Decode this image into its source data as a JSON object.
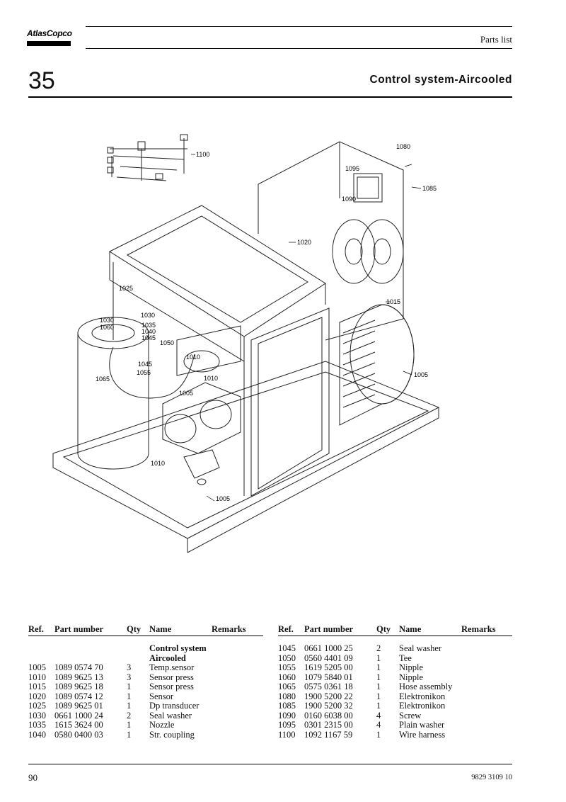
{
  "header": {
    "logo_text": "AtlasCopco",
    "doc_type": "Parts list",
    "section_number": "35",
    "section_title": "Control system-Aircooled"
  },
  "drawing": {
    "callouts": [
      "1100",
      "1080",
      "1095",
      "1085",
      "1090",
      "1020",
      "1025",
      "1015",
      "1030",
      "1035",
      "1030",
      "1060",
      "1040",
      "1045",
      "1050",
      "1010",
      "1045",
      "1055",
      "1010",
      "1065",
      "1005",
      "1005",
      "1010",
      "1005"
    ]
  },
  "table": {
    "headers": {
      "ref": "Ref.",
      "part": "Part number",
      "qty": "Qty",
      "name": "Name",
      "remarks": "Remarks"
    },
    "left_title": [
      "Control system",
      "Aircooled"
    ],
    "left_rows": [
      {
        "ref": "1005",
        "part": "1089 0574 70",
        "qty": "3",
        "name": "Temp.sensor"
      },
      {
        "ref": "1010",
        "part": "1089 9625 13",
        "qty": "3",
        "name": "Sensor press"
      },
      {
        "ref": "1015",
        "part": "1089 9625 18",
        "qty": "1",
        "name": "Sensor  press"
      },
      {
        "ref": "1020",
        "part": "1089 0574 12",
        "qty": "1",
        "name": "Sensor"
      },
      {
        "ref": "1025",
        "part": "1089 9625 01",
        "qty": "1",
        "name": "Dp transducer"
      },
      {
        "ref": "1030",
        "part": "0661 1000 24",
        "qty": "2",
        "name": "Seal washer"
      },
      {
        "ref": "1035",
        "part": "1615 3624 00",
        "qty": "1",
        "name": "Nozzle"
      },
      {
        "ref": "1040",
        "part": "0580 0400 03",
        "qty": "1",
        "name": "Str. coupling"
      }
    ],
    "right_rows": [
      {
        "ref": "1045",
        "part": "0661 1000 25",
        "qty": "2",
        "name": "Seal washer"
      },
      {
        "ref": "1050",
        "part": "0560 4401 09",
        "qty": "1",
        "name": "Tee"
      },
      {
        "ref": "1055",
        "part": "1619 5205 00",
        "qty": "1",
        "name": "Nipple"
      },
      {
        "ref": "1060",
        "part": "1079 5840 01",
        "qty": "1",
        "name": "Nipple"
      },
      {
        "ref": "1065",
        "part": "0575 0361 18",
        "qty": "1",
        "name": "Hose assembly"
      },
      {
        "ref": "1080",
        "part": "1900 5200 22",
        "qty": "1",
        "name": "Elektronikon"
      },
      {
        "ref": "1085",
        "part": "1900 5200 32",
        "qty": "1",
        "name": "Elektronikon"
      },
      {
        "ref": "1090",
        "part": "0160 6038 00",
        "qty": "4",
        "name": "Screw"
      },
      {
        "ref": "1095",
        "part": "0301 2315 00",
        "qty": "4",
        "name": "Plain washer"
      },
      {
        "ref": "1100",
        "part": "1092 1167 59",
        "qty": "1",
        "name": "Wire harness"
      }
    ]
  },
  "footer": {
    "page_number": "90",
    "doc_number": "9829  3109  10"
  }
}
